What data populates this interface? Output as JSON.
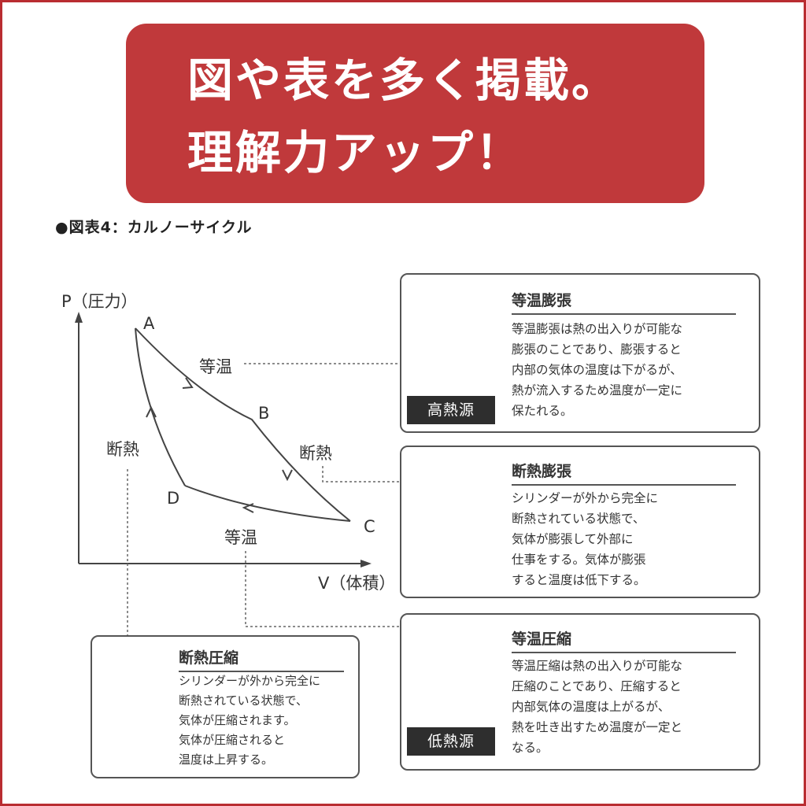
{
  "banner": {
    "line1": "図や表を多く掲載。",
    "line2": "理解力アップ！"
  },
  "figure": {
    "caption": "●図表4：カルノーサイクル"
  },
  "chart": {
    "ylabel": "P（圧力）",
    "xlabel": "V（体積）",
    "points": {
      "a": "A",
      "b": "B",
      "c": "C",
      "d": "D"
    },
    "edge_ab": "等温",
    "edge_bc": "断熱",
    "edge_cd": "等温",
    "edge_da": "断熱"
  },
  "boxes": {
    "isothermal_expansion": {
      "title": "等温膨張",
      "lines": [
        "等温膨張は熱の出入りが可能な",
        "膨張のことであり、膨張すると",
        "内部の気体の温度は下がるが、",
        "熱が流入するため温度が一定に",
        "保たれる。"
      ],
      "source": "高熱源"
    },
    "adiabatic_expansion": {
      "title": "断熱膨張",
      "lines": [
        "シリンダーが外から完全に",
        "断熱されている状態で、",
        "気体が膨張して外部に",
        "仕事をする。気体が膨張",
        "すると温度は低下する。"
      ]
    },
    "isothermal_compression": {
      "title": "等温圧縮",
      "lines": [
        "等温圧縮は熱の出入りが可能な",
        "圧縮のことであり、圧縮すると",
        "内部気体の温度は上がるが、",
        "熱を吐き出すため温度が一定と",
        "なる。"
      ],
      "source": "低熱源"
    },
    "adiabatic_compression": {
      "title": "断熱圧縮",
      "lines": [
        "シリンダーが外から完全に",
        "断熱されている状態で、",
        "気体が圧縮されます。",
        "気体が圧縮されると",
        "温度は上昇する。"
      ]
    }
  },
  "colors": {
    "banner": "#c0393b",
    "frame": "#b92d31",
    "dark": "#2e2e2e"
  },
  "icons": {
    "piston": "piston-cylinder-icon",
    "arrow_up": "arrow-up-icon",
    "arrow_down": "arrow-down-icon"
  }
}
